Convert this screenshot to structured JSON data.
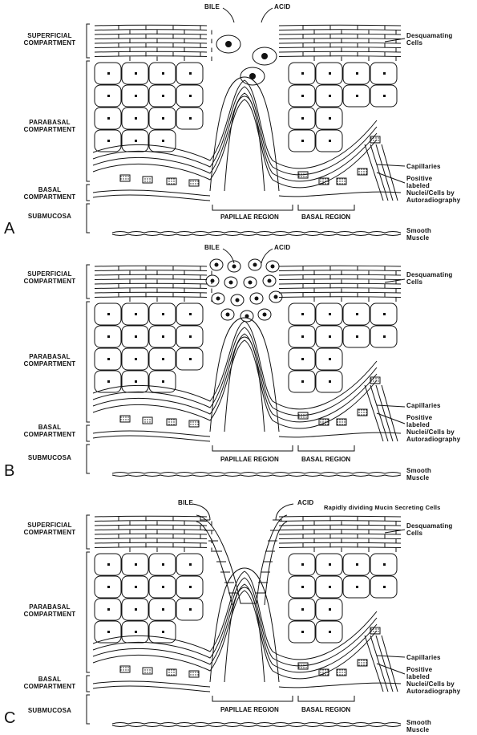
{
  "panels": [
    {
      "letter": "A",
      "top_labels": {
        "bile": "BILE",
        "acid": "ACID",
        "extra": ""
      },
      "left_labels": {
        "superficial": [
          "SUPERFICIAL",
          "COMPARTMENT"
        ],
        "parabasal": [
          "PARABASAL",
          "COMPARTMENT"
        ],
        "basal": [
          "BASAL",
          "COMPARTMENT"
        ],
        "submucosa": "SUBMUCOSA"
      },
      "right_labels": {
        "desquamating": [
          "Desquamating",
          "Cells"
        ],
        "capillaries": "Capillaries",
        "positive": [
          "Positive",
          "labeled",
          "Nuclei/Cells by",
          "Autoradiography"
        ],
        "smooth": [
          "Smooth",
          "Muscle"
        ]
      },
      "regions": {
        "papillae": "PAPILLAE REGION",
        "basal": "BASAL REGION"
      },
      "variant": "few-cells"
    },
    {
      "letter": "B",
      "top_labels": {
        "bile": "BILE",
        "acid": "ACID",
        "extra": ""
      },
      "left_labels": {
        "superficial": [
          "SUPERFICIAL",
          "COMPARTMENT"
        ],
        "parabasal": [
          "PARABASAL",
          "COMPARTMENT"
        ],
        "basal": [
          "BASAL",
          "COMPARTMENT"
        ],
        "submucosa": "SUBMUCOSA"
      },
      "right_labels": {
        "desquamating": [
          "Desquamating",
          "Cells"
        ],
        "capillaries": "Capillaries",
        "positive": [
          "Positive",
          "labeled",
          "Nuclei/Cells by",
          "Autoradiography"
        ],
        "smooth": [
          "Smooth",
          "Muscle"
        ]
      },
      "regions": {
        "papillae": "PAPILLAE REGION",
        "basal": "BASAL REGION"
      },
      "variant": "many-cells"
    },
    {
      "letter": "C",
      "top_labels": {
        "bile": "BILE",
        "acid": "ACID",
        "extra": "Rapidly dividing Mucin Secreting Cells"
      },
      "left_labels": {
        "superficial": [
          "SUPERFICIAL",
          "COMPARTMENT"
        ],
        "parabasal": [
          "PARABASAL",
          "COMPARTMENT"
        ],
        "basal": [
          "BASAL",
          "COMPARTMENT"
        ],
        "submucosa": "SUBMUCOSA"
      },
      "right_labels": {
        "desquamating": [
          "Desquamating",
          "Cells"
        ],
        "capillaries": "Capillaries",
        "positive": [
          "Positive",
          "labeled",
          "Nuclei/Cells by",
          "Autoradiography"
        ],
        "smooth": [
          "Smooth",
          "Muscle"
        ]
      },
      "regions": {
        "papillae": "PAPILLAE REGION",
        "basal": "BASAL REGION"
      },
      "variant": "mucin"
    }
  ]
}
